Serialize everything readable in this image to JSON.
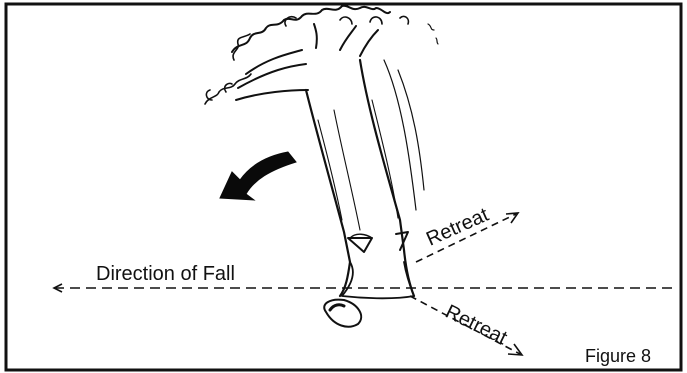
{
  "labels": {
    "direction": "Direction of Fall",
    "retreat_upper": "Retreat",
    "retreat_lower": "Retreat",
    "figure": "Figure 8"
  },
  "colors": {
    "ink": "#111111",
    "paper": "#ffffff",
    "fall_arrow": "#0a0a0a"
  },
  "icons": {
    "fall_arrow": "curved-arrow-icon",
    "retreat_arrows": "dashed-arrow-icon"
  }
}
